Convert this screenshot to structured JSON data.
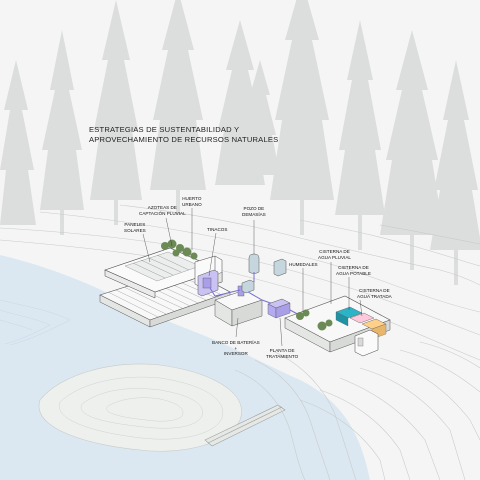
{
  "title": {
    "line1": "ESTRATEGIAS DE SUSTENTABILIDAD Y",
    "line2": "APROVECHAMIENTO DE RECURSOS NATURALES"
  },
  "labels": {
    "paneles": [
      "PANELES",
      "SOLARES"
    ],
    "azoteas": [
      "AZOTEAS DE",
      "CAPTACIÓN PLUVIAL"
    ],
    "huerto": [
      "HUERTO",
      "URBANO"
    ],
    "tinacos": [
      "TINACOS"
    ],
    "pozo": [
      "POZO DE",
      "DEMASÍAS"
    ],
    "humedales": [
      "HUMEDALES"
    ],
    "cisterna_pluvial": [
      "CISTERNA DE",
      "AGUA PLUVIAL"
    ],
    "cisterna_potable": [
      "CISTERNA DE",
      "AGUA POTABLE"
    ],
    "cisterna_tratada": [
      "CISTERNA DE",
      "AGUA TRATADA"
    ],
    "baterias": [
      "BANCO DE BATERÍAS",
      "+",
      "INVERSOR"
    ],
    "planta": [
      "PLANTA DE",
      "TRATAMIENTO"
    ]
  },
  "colors": {
    "background": "#f4f5f4",
    "tree": "#dcdedd",
    "water": "#dbe8f2",
    "contour": "#c7cbc8",
    "water_pipe": "#7b6fd6",
    "cistern_pluvial": "#2bb3c7",
    "cistern_potable": "#ffc9dc",
    "cistern_tratada": "#ffd08a",
    "greenery": "#6b8a55"
  }
}
